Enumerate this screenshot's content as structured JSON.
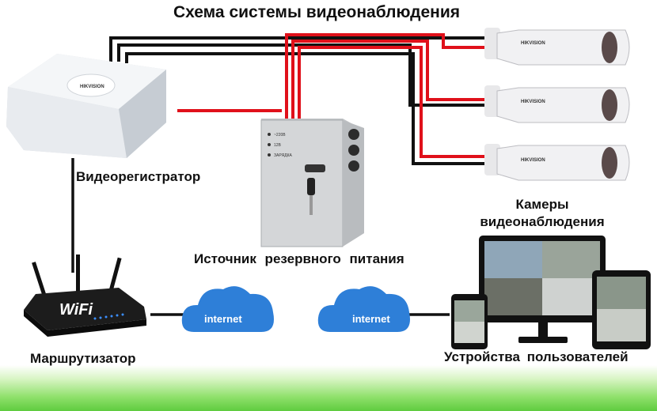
{
  "title": "Схема системы видеонаблюдения",
  "labels": {
    "dvr": "Видеорегистратор",
    "cameras": "Камеры видеонаблюдения",
    "ups": "Источник резервного питания",
    "router": "Маршрутизатор",
    "devices": "Устройства пользователей"
  },
  "clouds": [
    "internet",
    "internet"
  ],
  "brand_text": "HIKVISION",
  "router_text": "WiFi",
  "ups_panel": [
    "~220В",
    "12В",
    "ЗАРЯДКА"
  ],
  "colors": {
    "signal_wire": "#111111",
    "power_wire": "#e0101a",
    "cloud": "#2e7fd8",
    "ground": "#5fcc3f"
  }
}
